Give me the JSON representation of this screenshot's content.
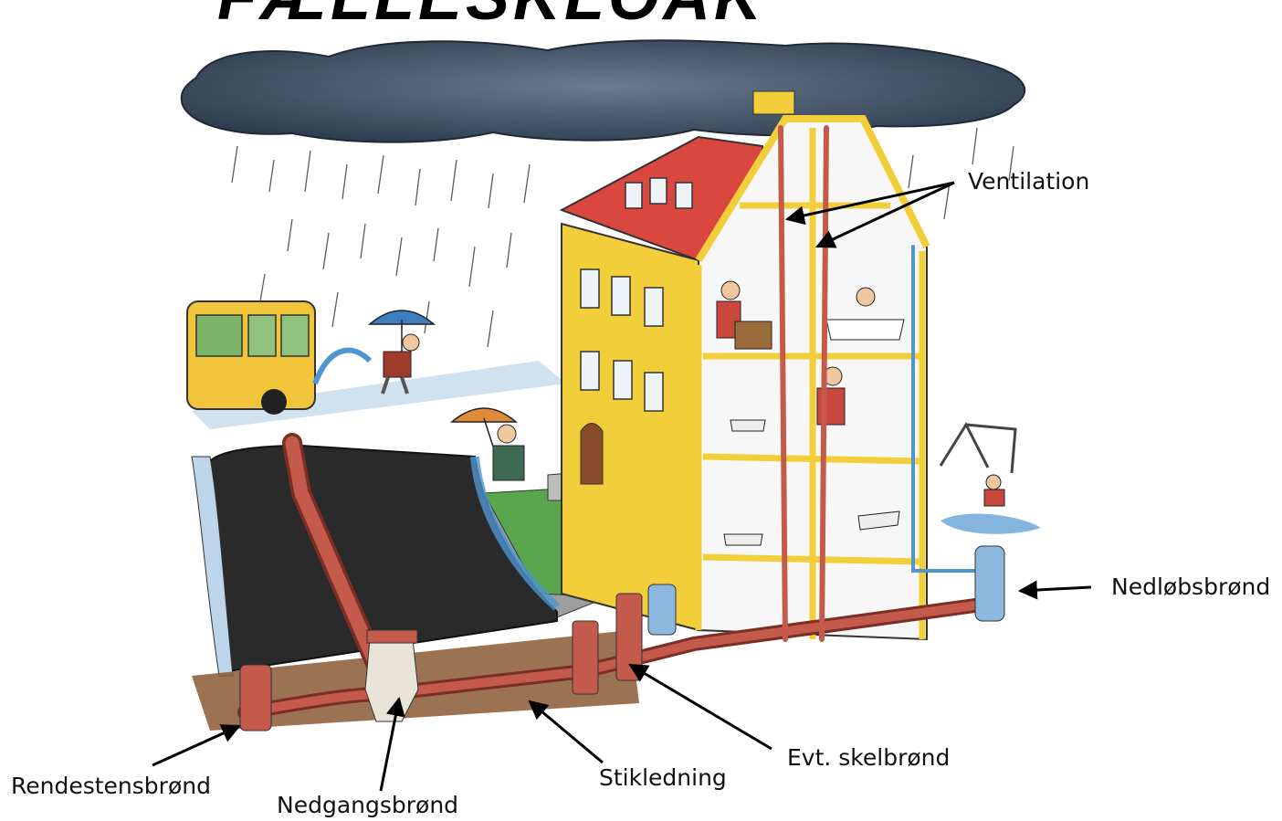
{
  "title": "FÆLLESKLOAK",
  "labels": {
    "ventilation": "Ventilation",
    "nedlobsbrond": "Nedløbsbrønd",
    "evt_skelbrond": "Evt. skelbrønd",
    "stikledning": "Stikledning",
    "nedgangsbrond": "Nedgangsbrønd",
    "rendestensbrond": "Rendestensbrønd"
  },
  "colors": {
    "cloud": "#4a5a6e",
    "roof": "#d9473f",
    "facade": "#f2cf3a",
    "pipe": "#c45a4c",
    "asphalt": "#2a2a2a",
    "water": "#4f95d0",
    "soil": "#8a5a35",
    "grass": "#4f9a46",
    "well_blue": "#8cb8e0",
    "arrow": "#000000"
  }
}
